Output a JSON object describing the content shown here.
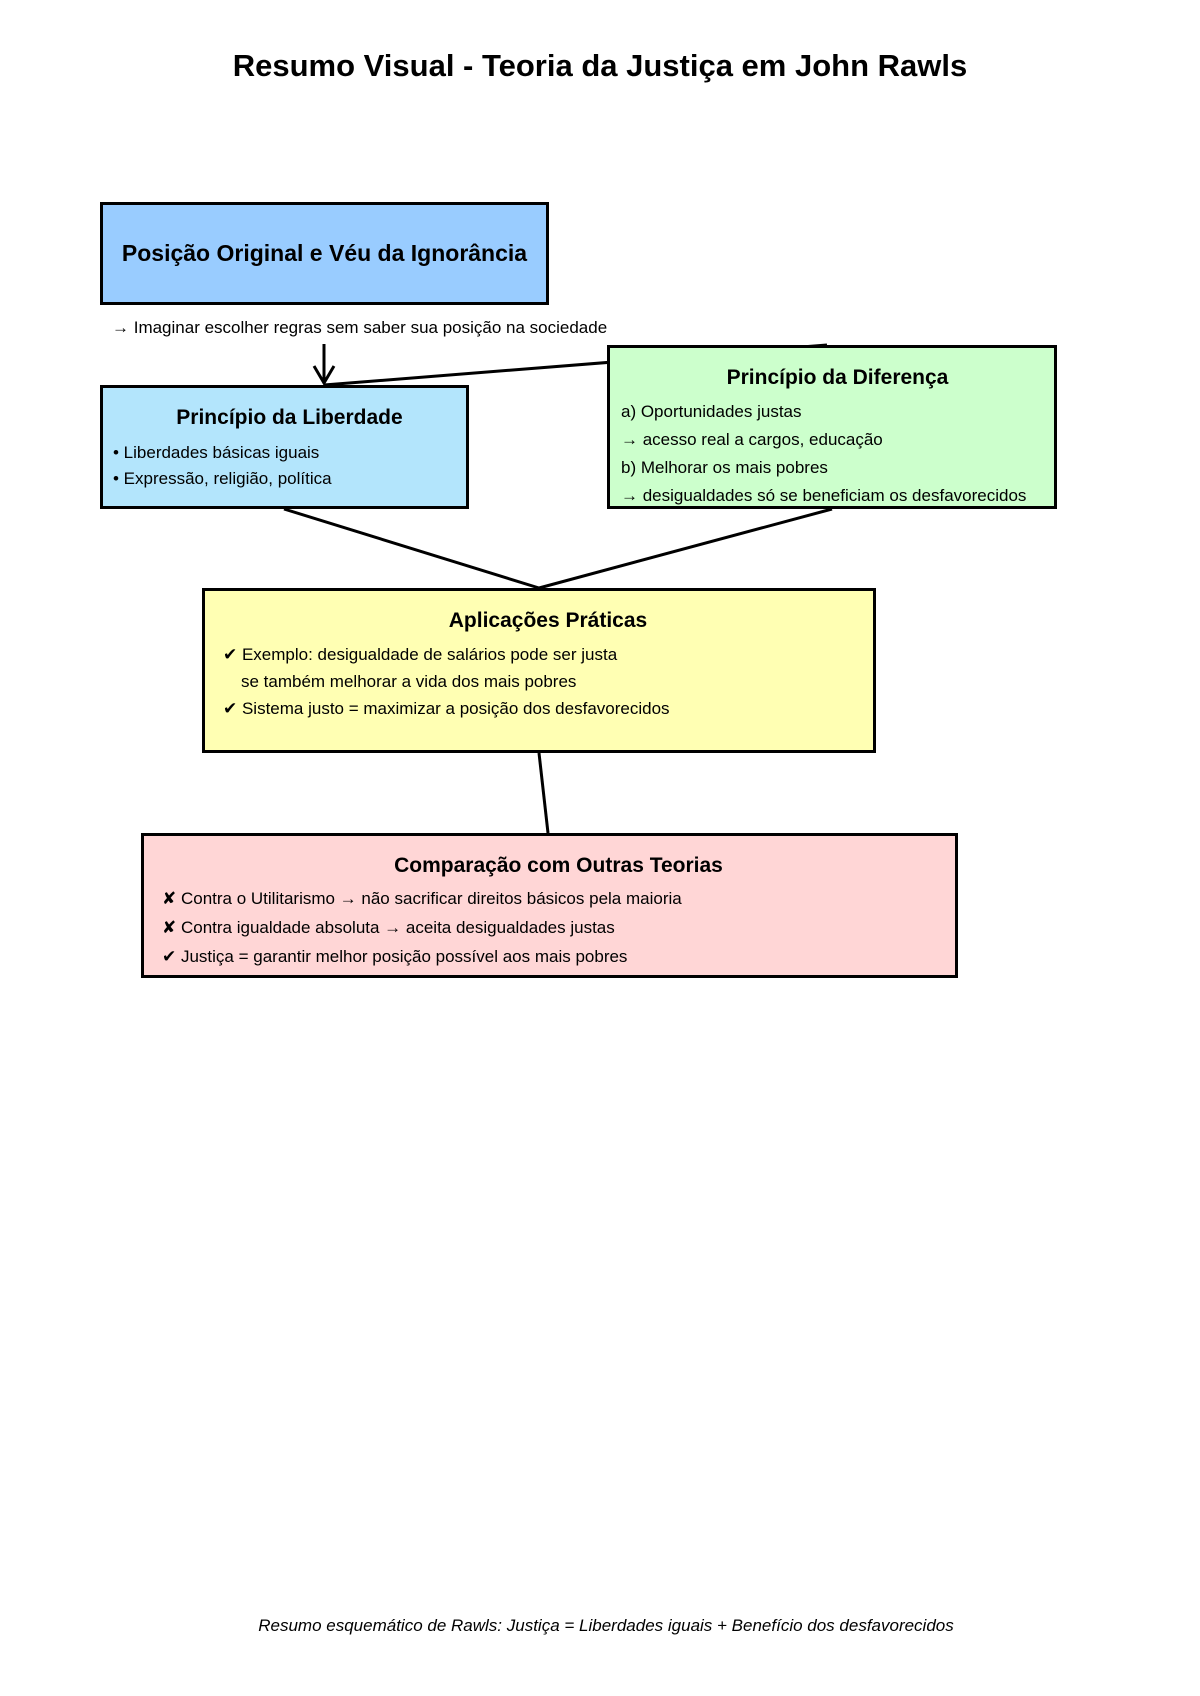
{
  "title": "Resumo Visual - Teoria da Justiça em John Rawls",
  "posicao_original": {
    "heading": "Posição Original e Véu da Ignorância",
    "note": "→ Imaginar escolher regras sem saber sua posição na sociedade"
  },
  "principio_liberdade": {
    "heading": "Princípio da Liberdade",
    "lines": [
      "• Liberdades básicas iguais",
      "• Expressão, religião, política"
    ]
  },
  "principio_diferenca": {
    "heading": "Princípio da Diferença",
    "lines": [
      "a) Oportunidades justas",
      "→ acesso real a cargos, educação",
      "b) Melhorar os mais pobres",
      "→ desigualdades só se beneficiam os desfavorecidos"
    ]
  },
  "aplicacoes_praticas": {
    "heading": "Aplicações Práticas",
    "lines": [
      "✔ Exemplo: desigualdade de salários pode ser justa",
      "se também melhorar a vida dos mais pobres",
      "✔ Sistema justo = maximizar a posição dos desfavorecidos"
    ]
  },
  "comparacao": {
    "heading": "Comparação com Outras Teorias",
    "lines": [
      "✘ Contra o Utilitarismo → não sacrificar direitos básicos pela maioria",
      "✘ Contra igualdade absoluta → aceita desigualdades justas",
      "✔ Justiça = garantir melhor posição possível aos mais pobres"
    ]
  },
  "footer": "Resumo esquemático de Rawls: Justiça = Liberdades iguais + Benefício dos desfavorecidos",
  "colors": {
    "posicao_fill": "#99ccff",
    "liberdade_fill": "#b3e5fc",
    "diferenca_fill": "#ccffcc",
    "aplicacoes_fill": "#ffffb3",
    "comparacao_fill": "#ffd6d6",
    "border": "#000000"
  }
}
